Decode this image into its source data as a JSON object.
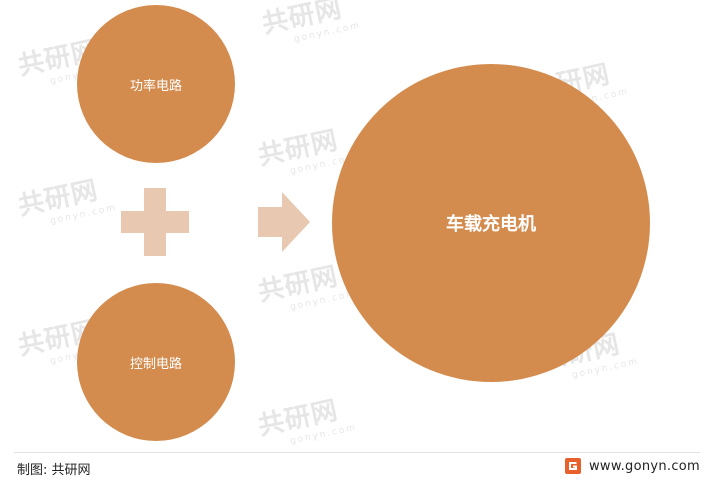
{
  "diagram": {
    "nodes": {
      "power_circuit": "功率电路",
      "control_circuit": "控制电路",
      "onboard_charger": "车载充电机"
    },
    "operators": {
      "combine": "plus-icon",
      "result": "arrow-right-icon"
    },
    "colors": {
      "circle_fill": "#d48c4e",
      "operator_fill": "#e8c8b0",
      "label_text": "#ffffff"
    }
  },
  "footer": {
    "source_label": "制图: 共研网",
    "site_url": "www.gonyn.com",
    "logo_icon": "gonyn-logo-icon"
  },
  "watermark": {
    "brand": "共研网",
    "domain": "gonyn.com"
  }
}
